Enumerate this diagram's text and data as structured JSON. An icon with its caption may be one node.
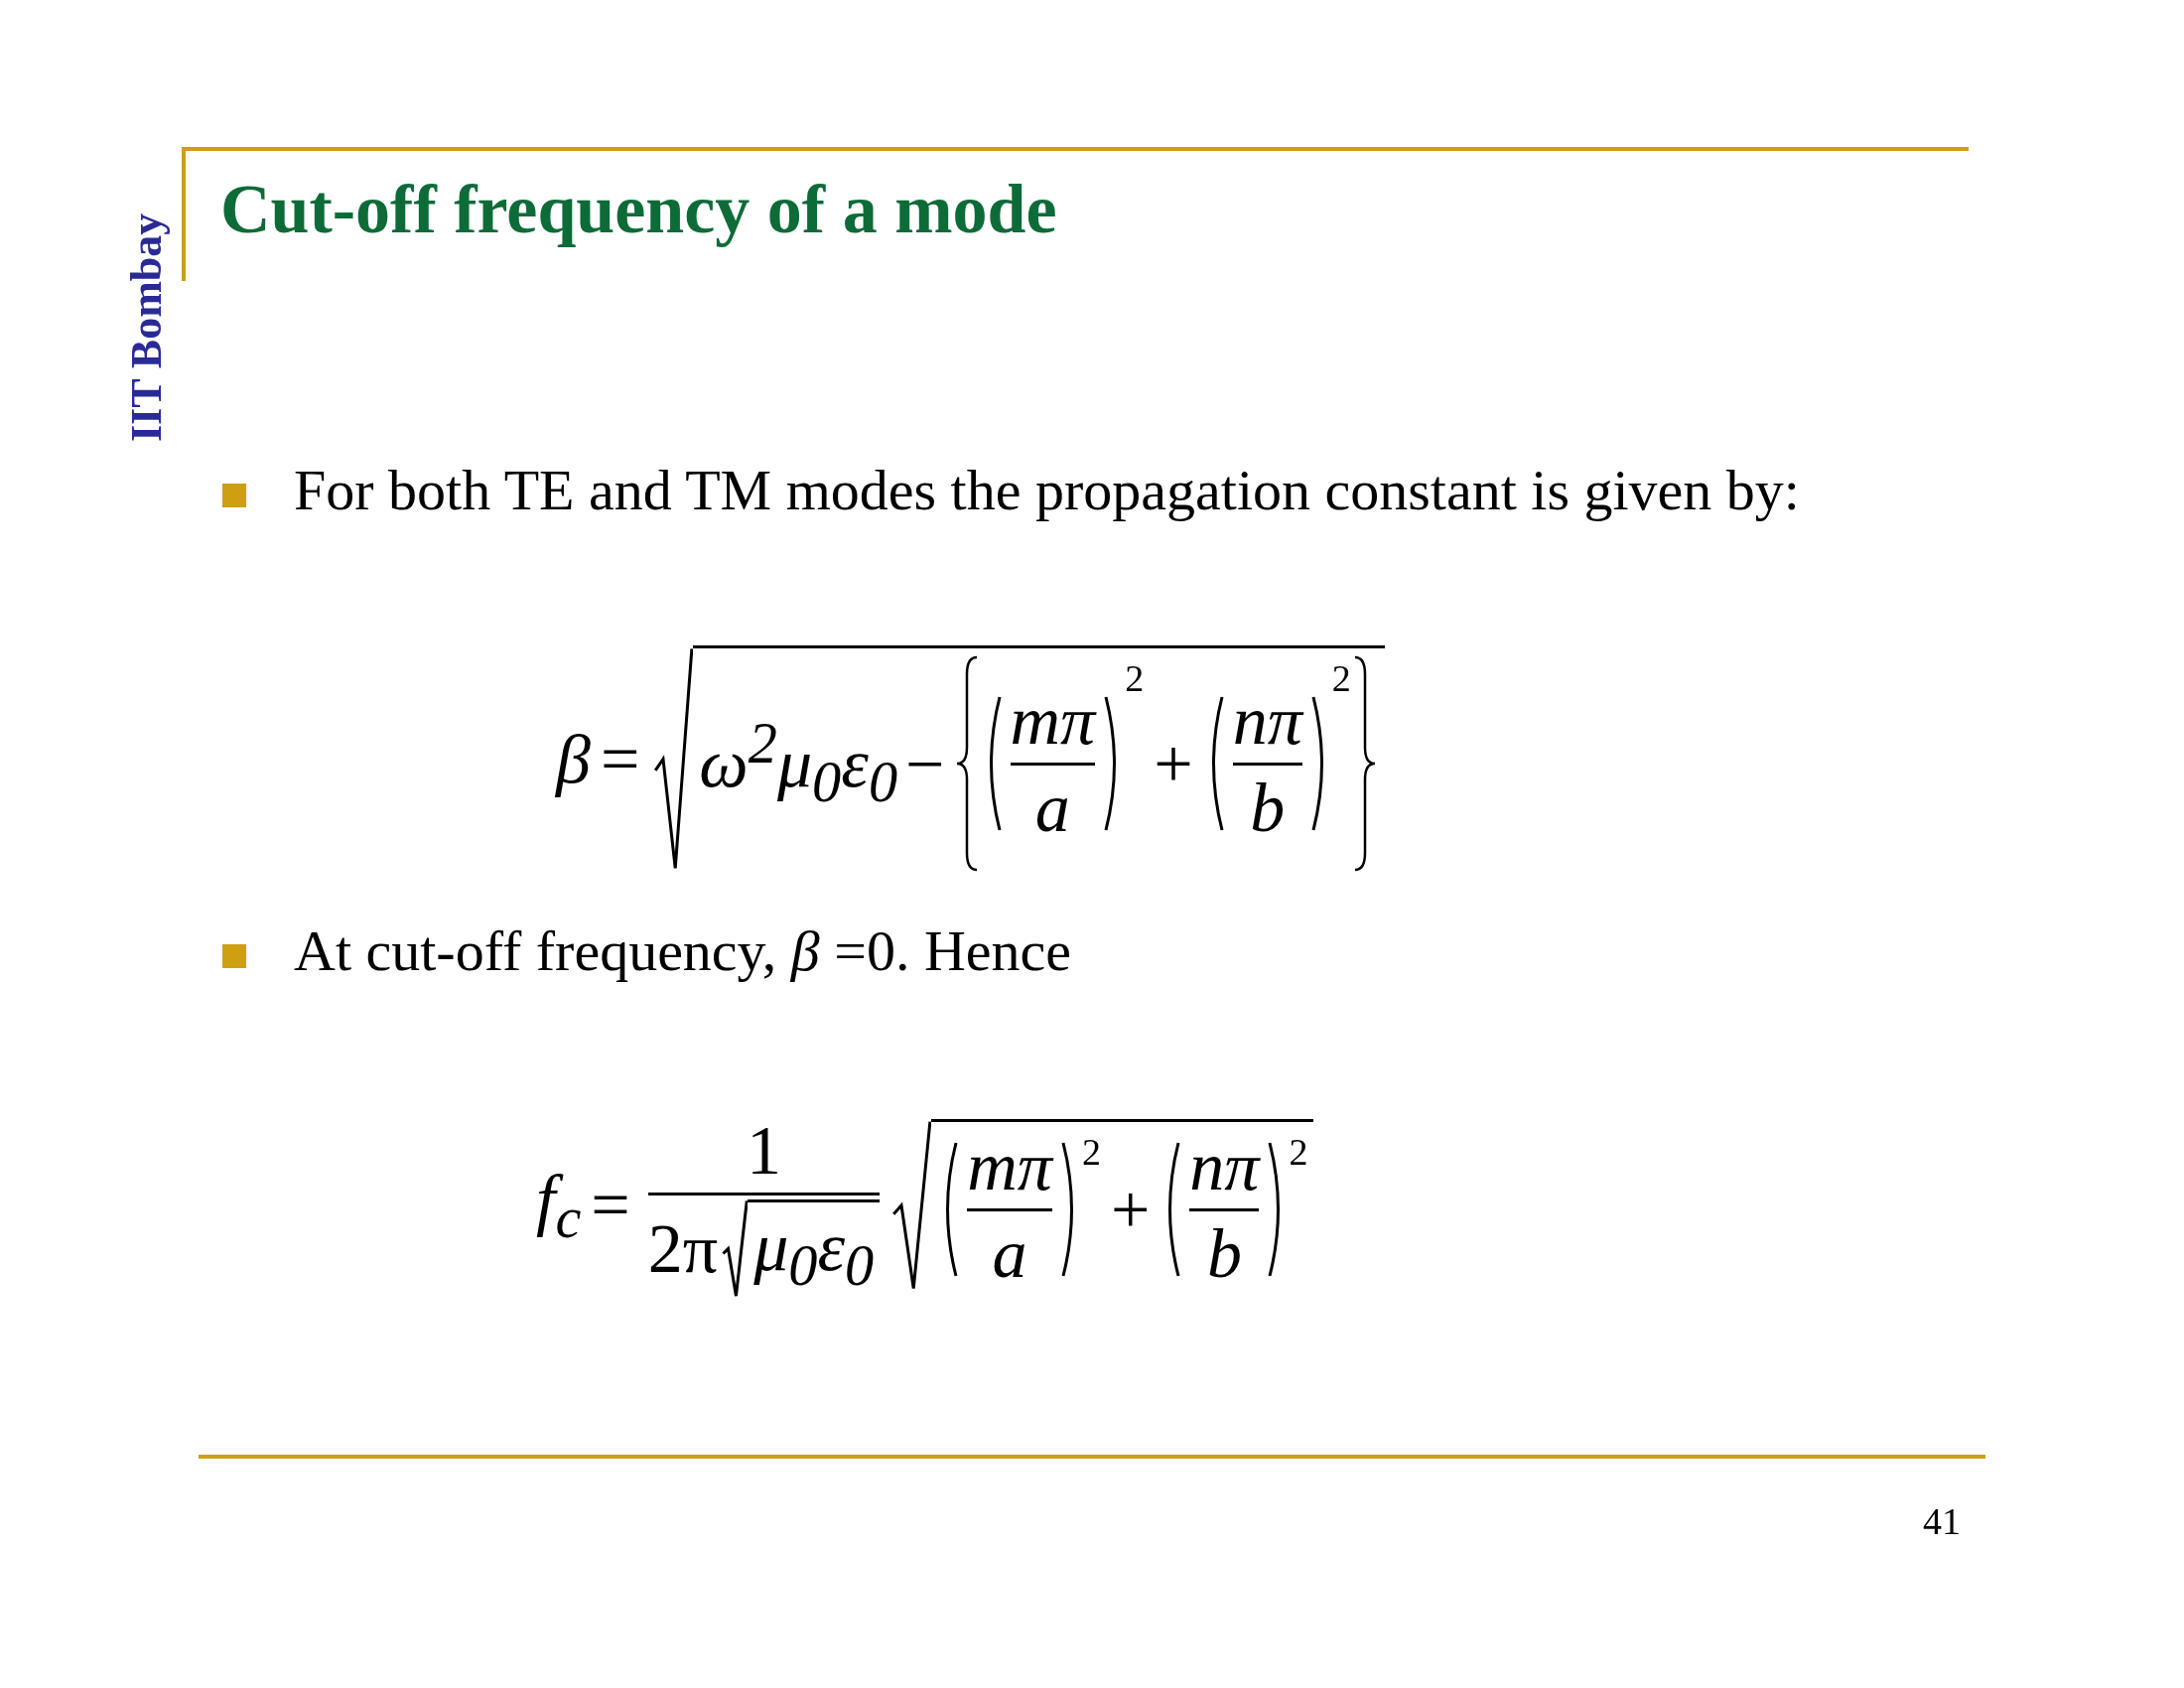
{
  "diagram": {
    "title": "Cut-off frequency of a mode",
    "labels": [
      "IIT Bombay",
      "For both TE and TM modes the propagation constant is given by:",
      "β",
      "=",
      "ω$^{2}$μ$_{0}$ε$_{0}$",
      "−",
      "mπ",
      "a",
      "2",
      "+",
      "nπ",
      "b",
      "2",
      "At cut-off frequency, *β* =0. Hence",
      "f$_{c}$",
      "=",
      "1",
      "2π",
      "μ$_{0}$ε$_{0}$",
      "mπ",
      "a",
      "2",
      "+",
      "nπ",
      "b",
      "2",
      "41"
    ]
  }
}
